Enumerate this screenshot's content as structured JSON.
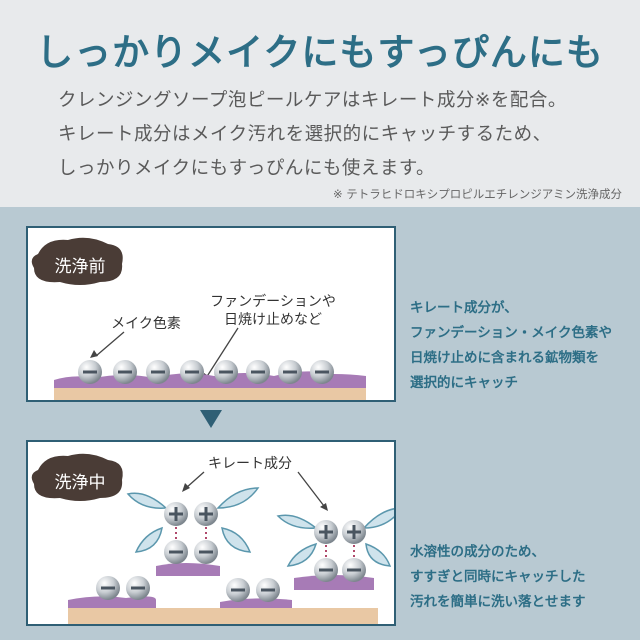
{
  "headline": "しっかりメイクにもすっぴんにも",
  "description": [
    "クレンジングソープ泡ピールケアはキレート成分※を配合。",
    "キレート成分はメイク汚れを選択的にキャッチするため、",
    "しっかりメイクにもすっぴんにも使えます。"
  ],
  "note": "※ テトラヒドロキシプロピルエチレンジアミン洗浄成分",
  "panel_before": {
    "badge": "洗浄前",
    "label_makeup": "メイク色素",
    "label_foundation_1": "ファンデーションや",
    "label_foundation_2": "日焼け止めなど"
  },
  "panel_during": {
    "badge": "洗浄中",
    "label_chelate": "キレート成分"
  },
  "side_text_before": [
    "キレート成分が、",
    "ファンデーション・メイク色素や",
    "日焼け止めに含まれる鉱物類を",
    "選択的にキャッチ"
  ],
  "side_text_during": [
    "水溶性の成分のため、",
    "すすぎと同時にキャッチした",
    "汚れを簡単に洗い落とせます"
  ],
  "colors": {
    "accent": "#2d6e86",
    "panel_border": "#2f5f75",
    "badge": "#4a3c36",
    "skin": "#e9c8a4",
    "makeup": "#a77bb6",
    "background": "#b8c9d2"
  },
  "icons": [
    "minus-ion-icon",
    "plus-ion-icon",
    "leaf-icon",
    "arrow-down-icon"
  ]
}
